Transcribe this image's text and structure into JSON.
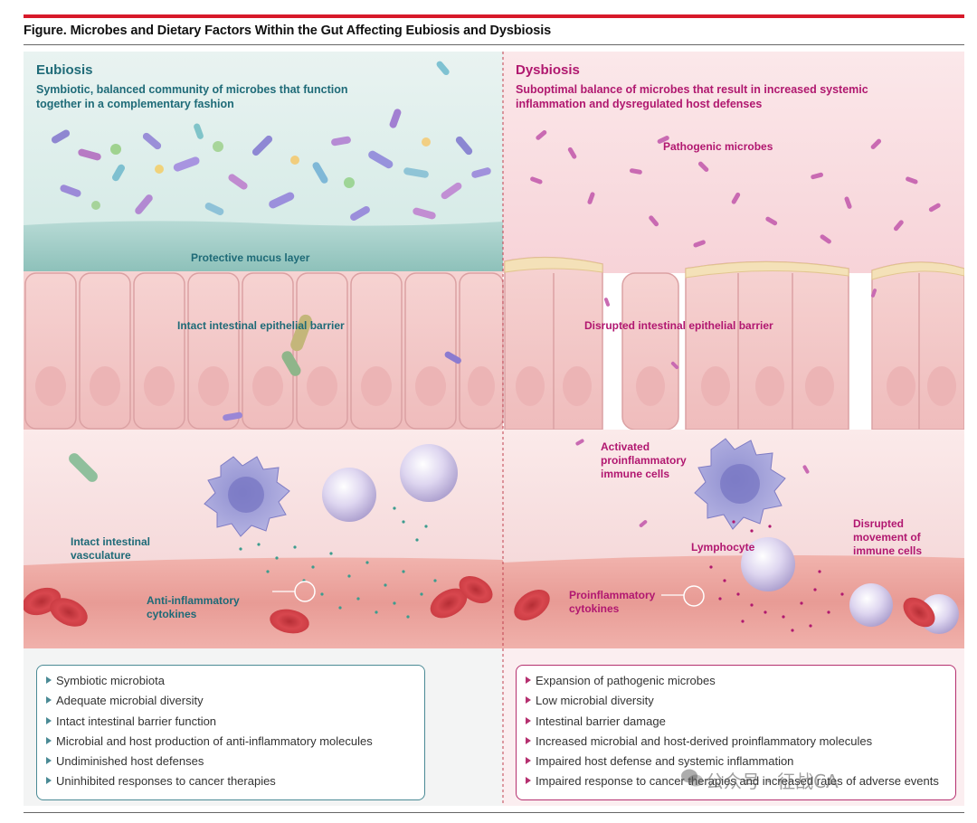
{
  "figure_title": "Figure. Microbes and Dietary Factors Within the Gut Affecting Eubiosis and Dysbiosis",
  "colors": {
    "accent_red": "#d7192a",
    "eubiosis_text": "#1f6b78",
    "dysbiosis_text": "#b0186f",
    "epithelium": "#f3c9c9",
    "mucus": "#7fb8b2",
    "blood_cell": "#d84a4f"
  },
  "eubiosis": {
    "title": "Eubiosis",
    "description_line1": "Symbiotic, balanced community of microbes that function",
    "description_line2": "together in a complementary fashion",
    "labels": {
      "mucus": "Protective mucus layer",
      "barrier": "Intact intestinal epithelial barrier",
      "vasculature_line1": "Intact intestinal",
      "vasculature_line2": "vasculature",
      "cytokines_line1": "Anti-inflammatory",
      "cytokines_line2": "cytokines"
    },
    "summary": [
      "Symbiotic microbiota",
      "Adequate microbial diversity",
      "Intact intestinal barrier function",
      "Microbial and host production of anti-inflammatory molecules",
      "Undiminished host defenses",
      "Uninhibited responses to cancer therapies"
    ]
  },
  "dysbiosis": {
    "title": "Dysbiosis",
    "description_line1": "Suboptimal balance of microbes that result in increased systemic",
    "description_line2": "inflammation and dysregulated host defenses",
    "labels": {
      "pathogenic": "Pathogenic microbes",
      "barrier": "Disrupted intestinal epithelial barrier",
      "activated_line1": "Activated",
      "activated_line2": "proinflammatory",
      "activated_line3": "immune cells",
      "lymphocyte": "Lymphocyte",
      "movement_line1": "Disrupted",
      "movement_line2": "movement of",
      "movement_line3": "immune cells",
      "cytokines_line1": "Proinflammatory",
      "cytokines_line2": "cytokines"
    },
    "summary": [
      "Expansion of pathogenic microbes",
      "Low microbial diversity",
      "Intestinal barrier damage",
      "Increased microbial and host-derived proinflammatory molecules",
      "Impaired host defense and systemic inflammation",
      "Impaired response to cancer therapies and increased rates of adverse events"
    ]
  },
  "watermark": "公众号 · 征战CA"
}
